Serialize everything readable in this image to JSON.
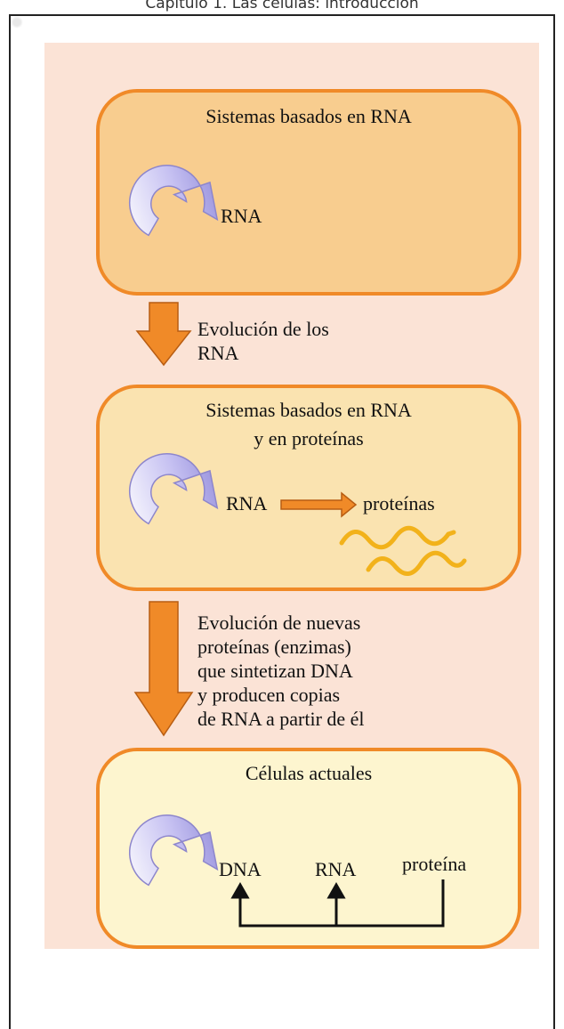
{
  "header": {
    "title": "Capítulo 1. Las células: introducción"
  },
  "stage1": {
    "title": "Sistemas basados en RNA",
    "rna_label": "RNA"
  },
  "transition1": {
    "text": "Evolución de los\nRNA"
  },
  "stage2": {
    "title_line1": "Sistemas basados en RNA",
    "title_line2": "y en proteínas",
    "rna_label": "RNA",
    "protein_label": "proteínas"
  },
  "transition2": {
    "text": "Evolución de nuevas\nproteínas (enzimas)\nque sintetizan DNA\ny producen copias\nde RNA a partir de él"
  },
  "stage3": {
    "title": "Células actuales",
    "dna_label": "DNA",
    "rna_label": "RNA",
    "protein_label": "proteína"
  },
  "colors": {
    "orange_arrow": "#f08a28",
    "stage1_fill": "#f8cd8f",
    "stage2_fill": "#fae3b0",
    "stage3_fill": "#fdf5cf",
    "panel_bg": "#fbe3d6",
    "cycle_arrow": "#b9b3ec",
    "protein_strand": "#f2b21b"
  }
}
